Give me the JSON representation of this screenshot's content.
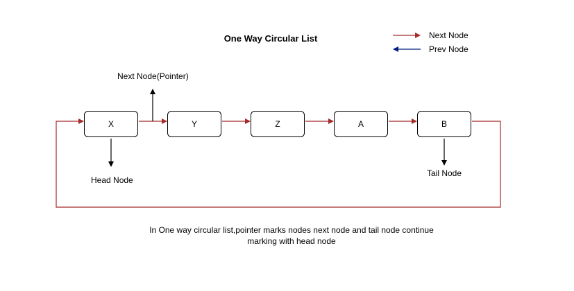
{
  "diagram": {
    "title": "One Way Circular List",
    "legend": [
      {
        "label": "Next Node",
        "color": "#a52a2a"
      },
      {
        "label": "Prev Node",
        "color": "#001a80"
      }
    ],
    "nodes": [
      "X",
      "Y",
      "Z",
      "A",
      "B"
    ],
    "annotations": {
      "pointer": "Next Node(Pointer)",
      "head": "Head Node",
      "tail": "Tail Node"
    },
    "caption": {
      "line1": "In One way circular list,pointer marks nodes next node and tail node continue",
      "line2": "marking with head node"
    },
    "colors": {
      "next_link": "#a52a2a",
      "prev_link": "#001a80",
      "pointer": "#000000"
    }
  }
}
